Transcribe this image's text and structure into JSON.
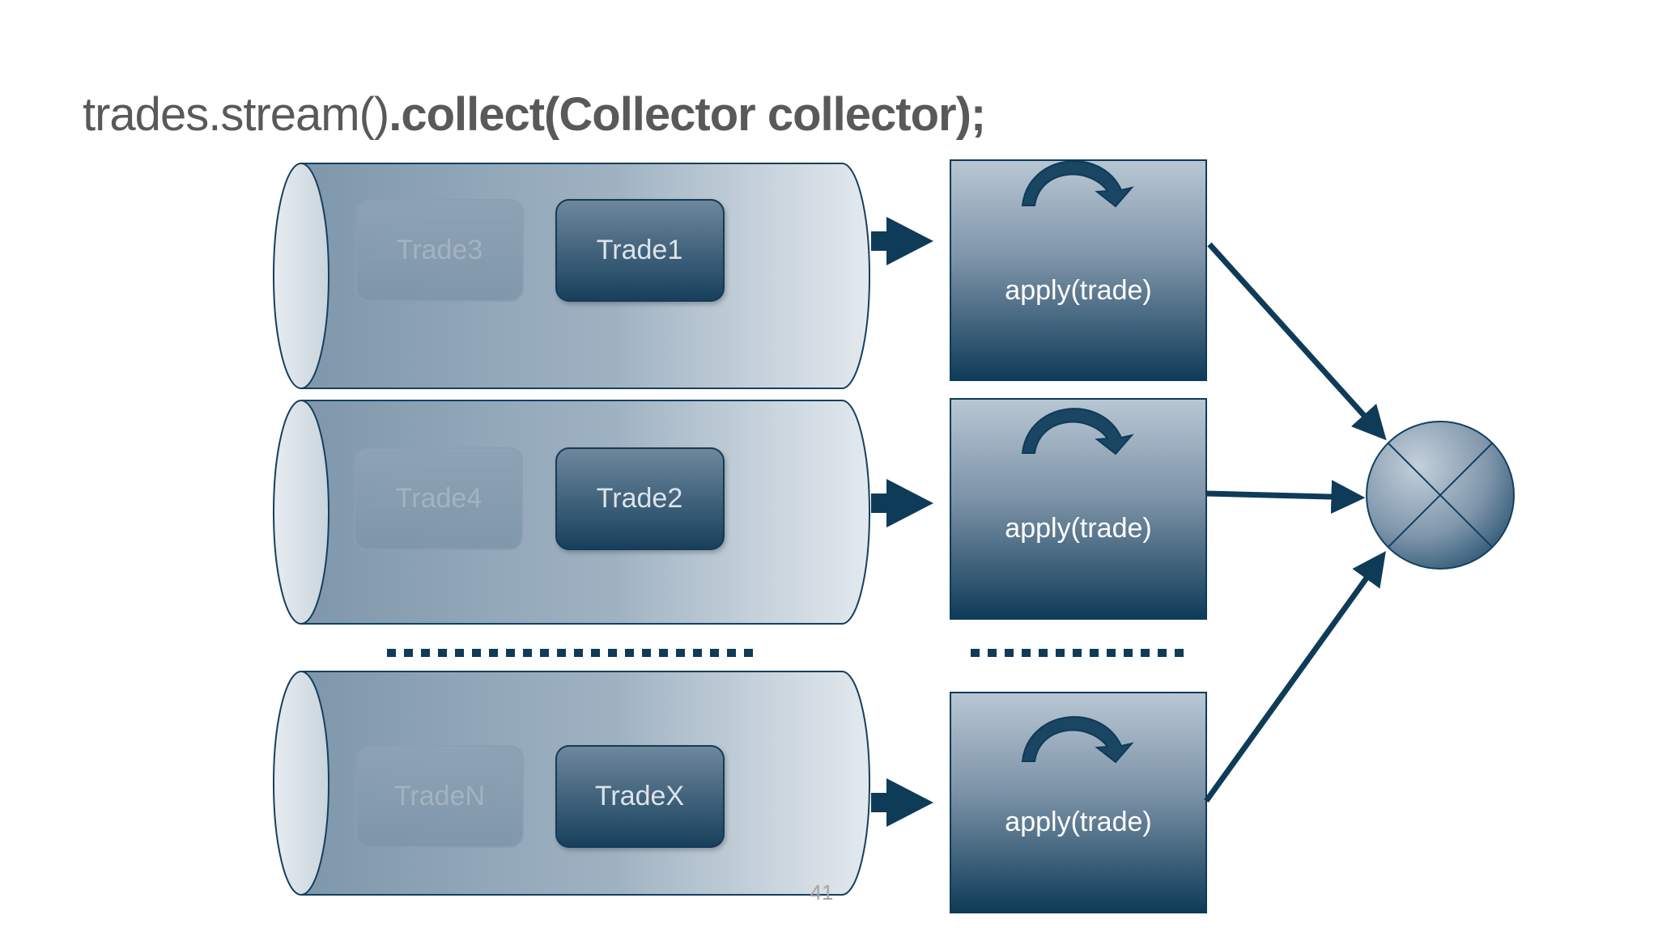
{
  "slide": {
    "title_plain": "trades.stream()",
    "title_bold": ".collect(Collector collector);",
    "page_number": "41"
  },
  "pipelines": [
    {
      "trades": [
        "Trade3",
        "Trade1"
      ],
      "operation": "apply(trade)"
    },
    {
      "trades": [
        "Trade4",
        "Trade2"
      ],
      "operation": "apply(trade)"
    },
    {
      "trades": [
        "TradeN",
        "TradeX"
      ],
      "operation": "apply(trade)"
    }
  ],
  "combiner": {
    "icon": "merge-x-circle-icon"
  },
  "colors": {
    "dark_navy": "#0e3b58",
    "box_gradient_top": "#b9c7d4",
    "box_gradient_bottom": "#0e3b58",
    "pipe_light": "#dfe6ec",
    "pipe_mid": "#8fa5b7",
    "faded_text": "#a4b3c1",
    "title_color": "#595959"
  }
}
